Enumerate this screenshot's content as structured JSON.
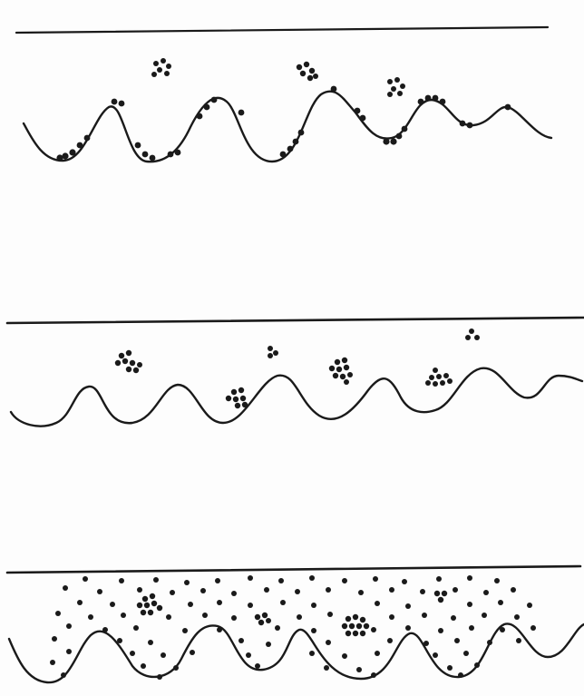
{
  "diagram": {
    "panels": [
      {
        "id": "top",
        "particles": "adsorbed-and-clustered"
      },
      {
        "id": "middle",
        "particles": "clustered-only"
      },
      {
        "id": "bottom",
        "particles": "dispersed"
      }
    ]
  },
  "style": {
    "background": "#fdfdfd",
    "ink": "#1a1a1a"
  }
}
